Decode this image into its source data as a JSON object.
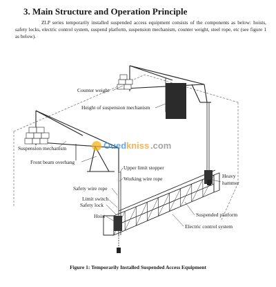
{
  "section": {
    "heading": "3.  Main Structure and Operation Principle",
    "intro": "ZLP series temporarily installed suspended access equipment consists of the components as below: hoists, safety locks, electric control system, suspend platform, suspension mechanism, counter weight, steel rope, etc (see figure 1 as below)."
  },
  "figure": {
    "labels": {
      "counter_weight": "Counter weight",
      "height_of_suspension": "Height of suspension mechanism",
      "suspension_mechanism": "Suspension mechanism",
      "front_beam_overhang": "Front beam overhang",
      "upper_limit_stopper": "Upper limit stopper",
      "working_wire_rope": "Working wire rope",
      "safety_wire_rope": "Safety wire rope",
      "limit_switch": "Limit switch",
      "safety_lock": "Safety lock",
      "hoist": "Hoist",
      "heavy_hammer_1": "Heavy",
      "heavy_hammer_2": "hammer",
      "suspended_platform": "Suspended platform",
      "electric_control_system": "Electric control system"
    },
    "caption": "Figure 1: Temporarily Installed Suspended Access Equipment",
    "watermark": {
      "part1": "Oued",
      "part2": "kniss",
      "part3": ".com"
    }
  }
}
